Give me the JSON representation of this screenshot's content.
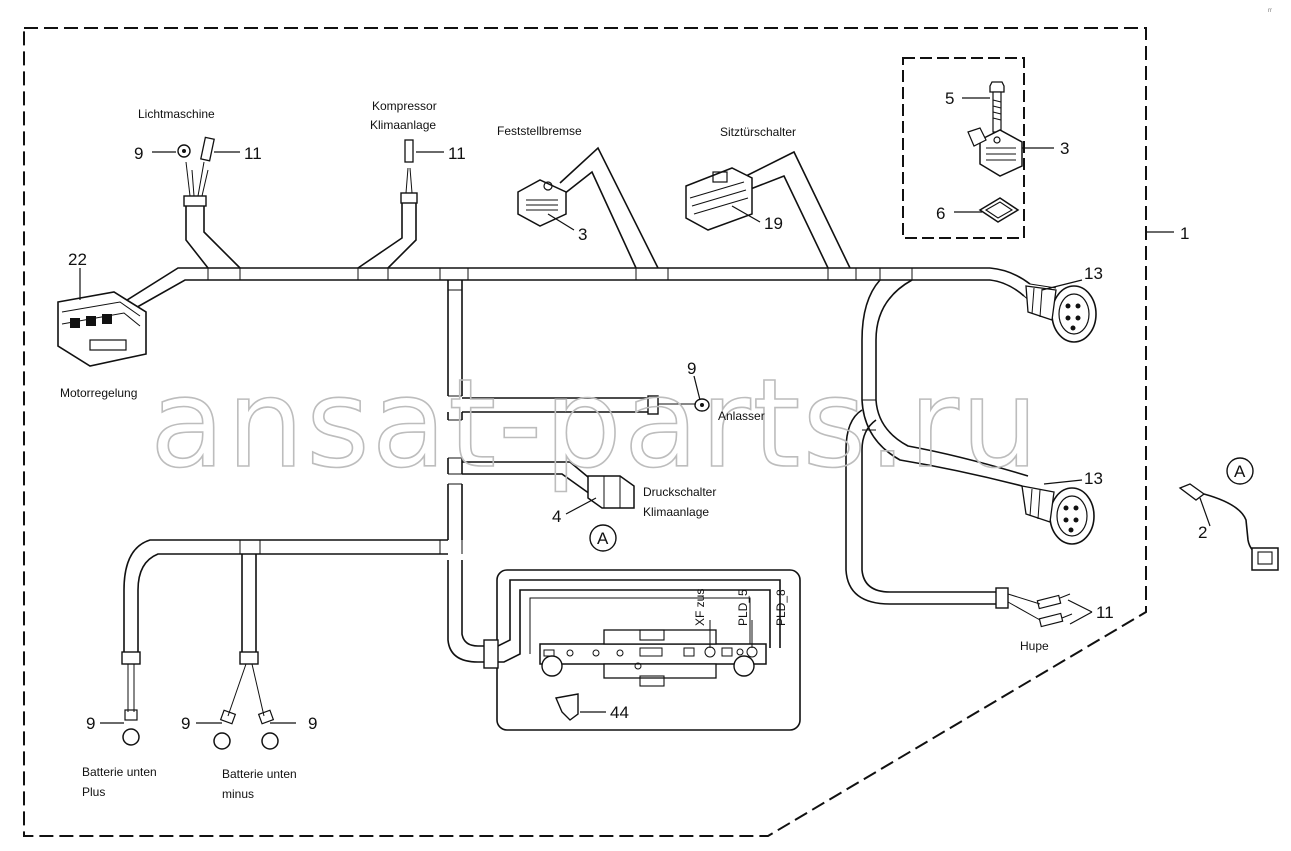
{
  "labels": {
    "lichtmaschine": "Lichtmaschine",
    "kompressor_l1": "Kompressor",
    "kompressor_l2": "Klimaanlage",
    "feststellbremse": "Feststellbremse",
    "sitztuerschalter": "Sitztürschalter",
    "motorregelung": "Motorregelung",
    "anlasser": "Anlasser",
    "druckschalter_l1": "Druckschalter",
    "druckschalter_l2": "Klimaanlage",
    "batterie_plus_l1": "Batterie unten",
    "batterie_plus_l2": "Plus",
    "batterie_minus_l1": "Batterie unten",
    "batterie_minus_l2": "minus",
    "hupe": "Hupe",
    "xf_zus": "XF zus",
    "pld5": "PLD_5",
    "pld8": "PLD_8"
  },
  "callouts": {
    "n9_licht": "9",
    "n11_licht": "11",
    "n11_komp": "11",
    "n3_brems": "3",
    "n19": "19",
    "n5": "5",
    "n3_inset": "3",
    "n6": "6",
    "n1": "1",
    "n22": "22",
    "n13_top": "13",
    "n9_anl": "9",
    "n13_bot": "13",
    "n4": "4",
    "a_main": "A",
    "a_detail": "A",
    "n2": "2",
    "n11_hupe": "11",
    "n44": "44",
    "n9_plus": "9",
    "n9_minus_l": "9",
    "n9_minus_r": "9"
  },
  "watermark": "ansat-parts.ru",
  "corner_mark": "rr"
}
